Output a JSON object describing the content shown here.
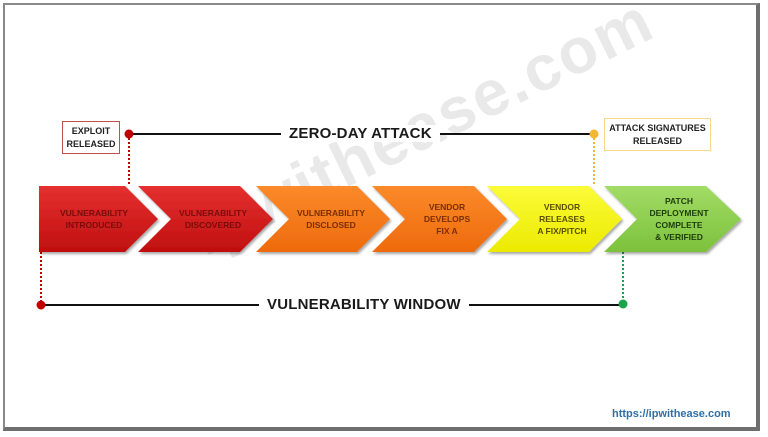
{
  "diagram": {
    "title_top": "ZERO-DAY ATTACK",
    "title_bottom": "VULNERABILITY WINDOW",
    "callouts": {
      "exploit": {
        "line1": "EXPLOIT",
        "line2": "RELEASED",
        "color": "#c0504d"
      },
      "signatures": {
        "line1": "ATTACK SIGNATURES",
        "line2": "RELEASED",
        "color": "#f5b731"
      }
    },
    "stages": [
      {
        "lines": [
          "VULNERABILITY",
          "INTRODUCED"
        ],
        "fill": "#d41a1a",
        "text_color": "#7a0c0c"
      },
      {
        "lines": [
          "VULNERABILITY",
          "DISCOVERED"
        ],
        "fill": "#d41a1a",
        "text_color": "#7a0c0c"
      },
      {
        "lines": [
          "VULNERABILITY",
          "DISCLOSED"
        ],
        "fill": "#f57a1c",
        "text_color": "#7a2e05"
      },
      {
        "lines": [
          "VENDOR",
          "DEVELOPS",
          "FIX A"
        ],
        "fill": "#f57a1c",
        "text_color": "#7a2e05"
      },
      {
        "lines": [
          "VENDOR",
          "RELEASES",
          "A FIX/PITCH"
        ],
        "fill": "#f4f20a",
        "text_color": "#5a5000"
      },
      {
        "lines": [
          "PATCH",
          "DEPLOYMENT",
          "COMPLETE",
          "& VERIFIED"
        ],
        "fill": "#8fd14f",
        "text_color": "#1f3d0c"
      }
    ],
    "markers": {
      "exploit_dot": "#c00000",
      "signatures_dot": "#f5b731",
      "window_start_dot": "#c00000",
      "window_end_dot": "#1aa34a"
    },
    "watermark": "ipwithease.com",
    "source_url": "https://ipwithease.com"
  }
}
